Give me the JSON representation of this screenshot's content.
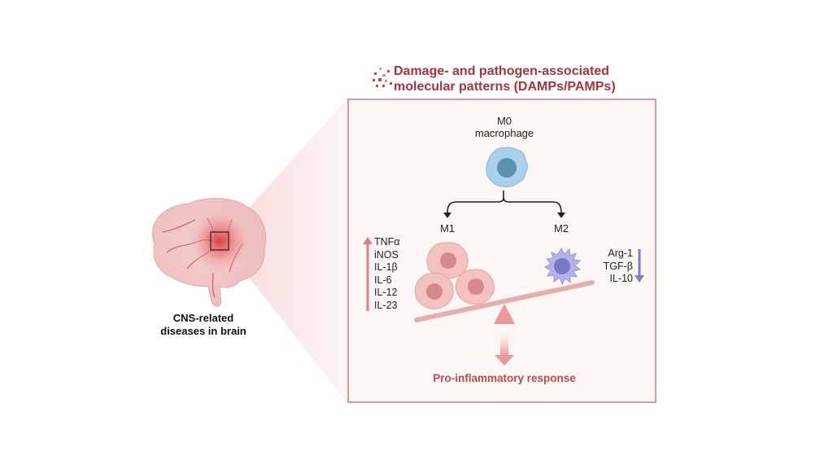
{
  "title": {
    "line1": "Damage- and pathogen-associated",
    "line2": "molecular patterns (DAMPs/PAMPs)",
    "icon": "damp-particles-icon"
  },
  "brain": {
    "caption_line1": "CNS-related",
    "caption_line2": "diseases in brain",
    "icon": "brain-icon"
  },
  "macrophages": {
    "m0": {
      "line1": "M0",
      "line2": "macrophage"
    },
    "m1": {
      "label": "M1"
    },
    "m2": {
      "label": "M2"
    }
  },
  "m1_markers": {
    "direction": "up",
    "items": [
      "TNFα",
      "iNOS",
      "IL-1β",
      "IL-6",
      "IL-12",
      "IL-23"
    ]
  },
  "m2_markers": {
    "direction": "down",
    "items": [
      "Arg-1",
      "TGF-β",
      "IL-10"
    ]
  },
  "outcome": {
    "label": "Pro-inflammatory response"
  },
  "colors": {
    "title": "#a6343a",
    "box_border": "#d99a9c",
    "box_fill": "#fcf6f5",
    "m0_cell": "#9cc9e6",
    "m1_cell": "#f1b7b4",
    "m2_cell": "#a9a9e6",
    "up_arrow": "#d98088",
    "down_arrow": "#7d7cc4",
    "outcome": "#c0494e"
  }
}
